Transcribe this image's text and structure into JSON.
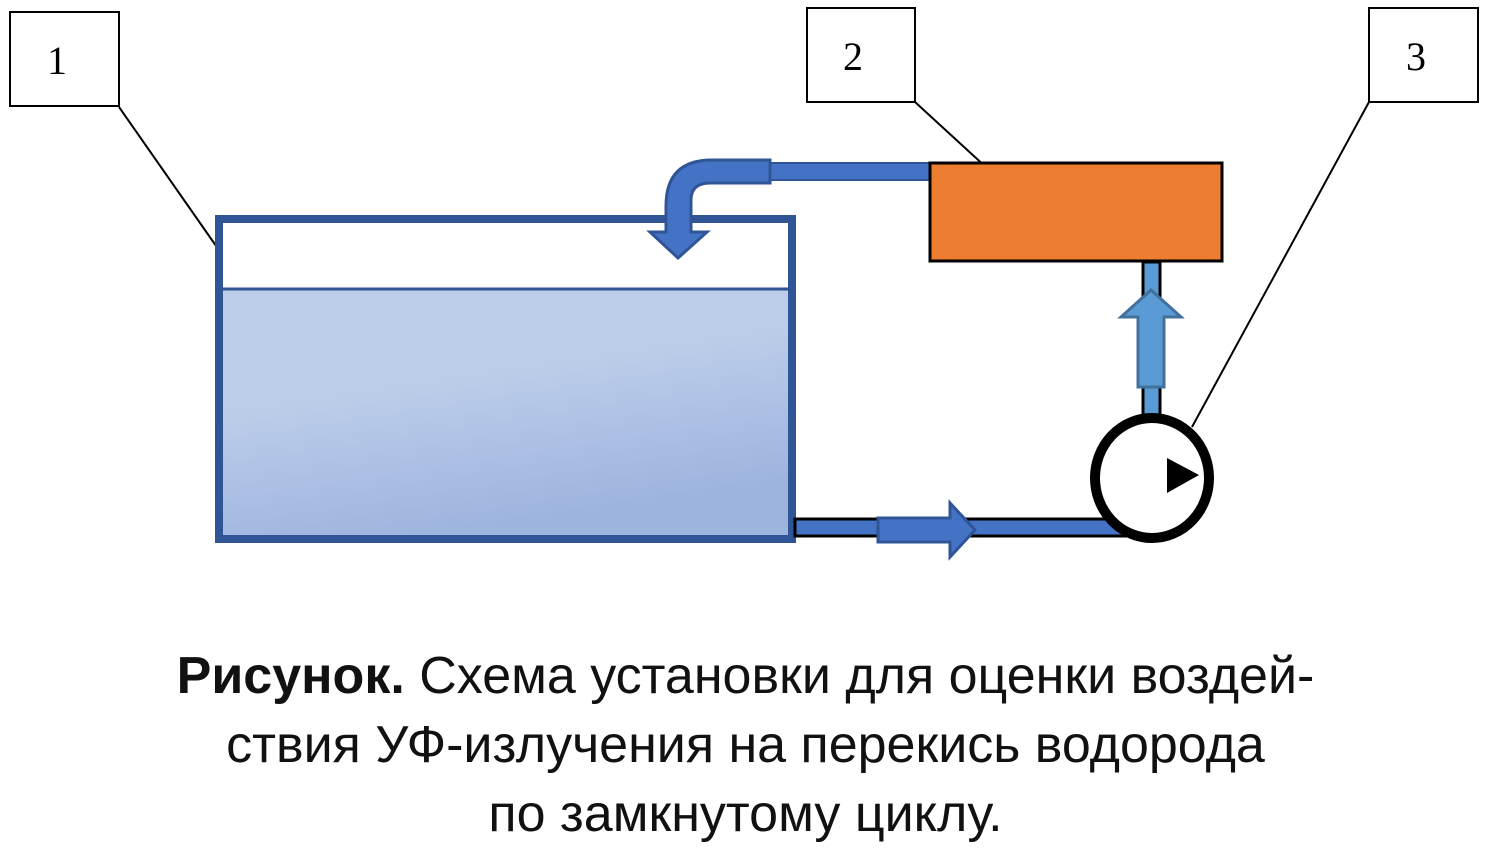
{
  "labels": {
    "tank": "1",
    "uv_unit": "2",
    "pump": "3"
  },
  "caption": {
    "prefix": "Рисунок.",
    "line1": " Схема установки для оценки воздей-",
    "line2": "ствия УФ-излучения на перекись водорода",
    "line3": "по замкнутому циклу."
  },
  "colors": {
    "tank_outline": "#2f5597",
    "water": "#b4c7e7",
    "pipe": "#4472c4",
    "uv_unit": "#ed7d31",
    "riser": "#5b9bd5"
  }
}
